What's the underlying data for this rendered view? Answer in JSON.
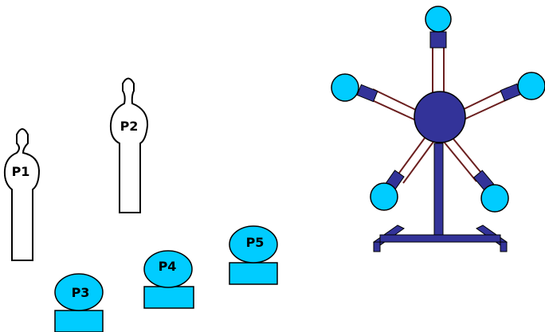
{
  "labels": {
    "p1": "P1",
    "p2": "P2",
    "p3": "P3",
    "p4": "P4",
    "p5": "P5"
  },
  "colors": {
    "cyan": "#00ccff",
    "navy": "#333399",
    "strut": "#6b1f1f",
    "outline": "#000000",
    "background": "#ffffff"
  }
}
